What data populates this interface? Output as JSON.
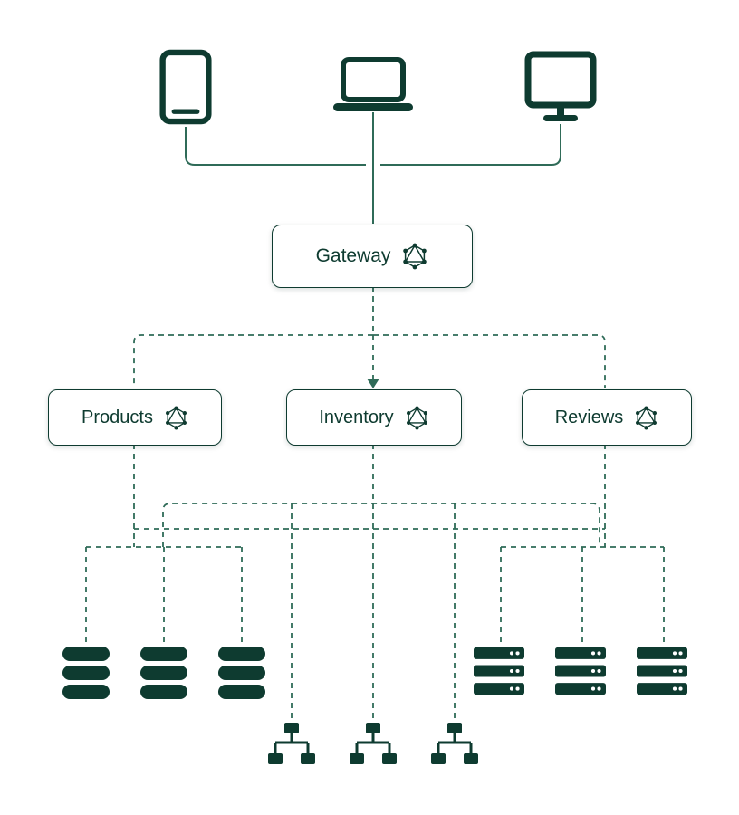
{
  "diagram": {
    "kind": "graphql-federation-architecture",
    "colors": {
      "background": "#ffffff",
      "icon_dark": "#0e3b30",
      "line_teal": "#2f6b58",
      "node_border": "#0e3b30",
      "node_fill": "#ffffff",
      "text": "#0e3b30"
    },
    "clients": [
      {
        "name": "tablet",
        "icon": "tablet-icon"
      },
      {
        "name": "laptop",
        "icon": "laptop-icon"
      },
      {
        "name": "desktop",
        "icon": "desktop-icon"
      }
    ],
    "gateway": {
      "label": "Gateway",
      "icon": "graphql-logo-icon"
    },
    "subgraphs": [
      {
        "label": "Products",
        "icon": "graphql-logo-icon"
      },
      {
        "label": "Inventory",
        "icon": "graphql-logo-icon"
      },
      {
        "label": "Reviews",
        "icon": "graphql-logo-icon"
      }
    ],
    "data_sources": {
      "databases": {
        "count": 3,
        "icon": "database-icon"
      },
      "servers": {
        "count": 3,
        "icon": "server-icon"
      },
      "services": {
        "count": 3,
        "icon": "network-icon"
      }
    }
  }
}
